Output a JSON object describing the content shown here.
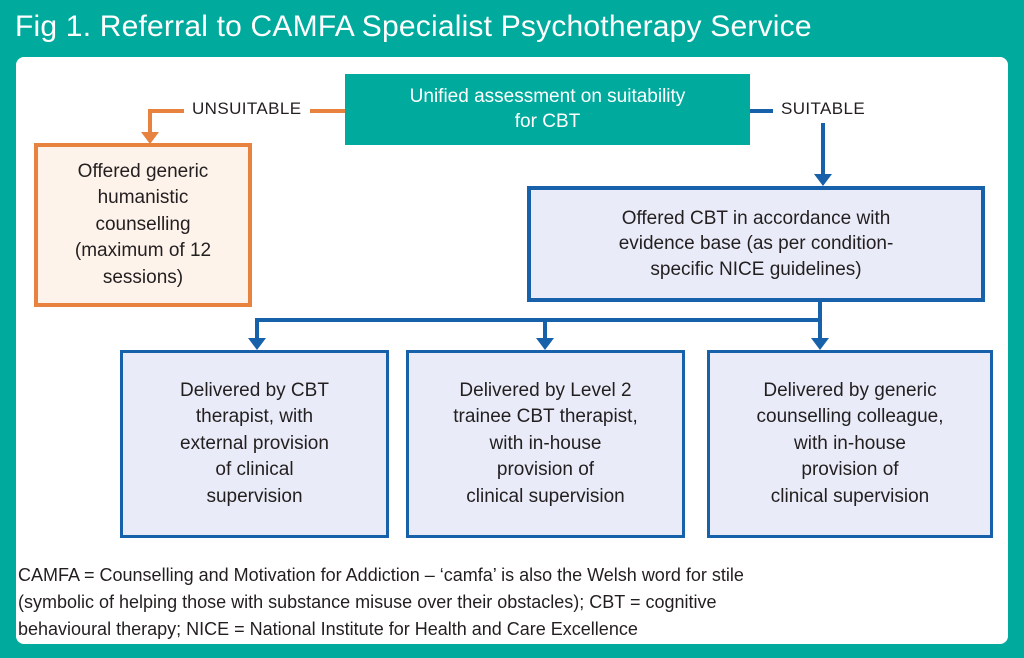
{
  "title": "Fig 1. Referral to CAMFA Specialist Psychotherapy Service",
  "colors": {
    "teal": "#00ab9e",
    "orange": "#e8823f",
    "orange_fill": "#fdf3ea",
    "blue": "#1661a9",
    "blue_fill": "#e9ecf8",
    "text": "#231f20"
  },
  "flowchart": {
    "assessment_box": "Unified assessment on suitability\nfor CBT",
    "unsuitable_label": "UNSUITABLE",
    "suitable_label": "SUITABLE",
    "counselling_box": "Offered generic\nhumanistic\ncounselling\n(maximum of 12\nsessions)",
    "cbt_box": "Offered CBT in accordance with\nevidence base (as per condition-\nspecific NICE guidelines)",
    "delivery_boxes": [
      {
        "label": "Delivered by CBT\ntherapist, with\nexternal provision\nof clinical\nsupervision"
      },
      {
        "label": "Delivered by Level 2\ntrainee CBT therapist,\nwith in-house\nprovision of\nclinical supervision"
      },
      {
        "label": "Delivered by generic\ncounselling colleague,\nwith in-house\nprovision of\nclinical supervision"
      }
    ]
  },
  "footnote": "CAMFA = Counselling and Motivation for Addiction – ‘camfa’ is also the Welsh word for stile\n(symbolic of helping those with substance misuse over their obstacles); CBT = cognitive\nbehavioural therapy; NICE = National Institute for Health and Care Excellence"
}
